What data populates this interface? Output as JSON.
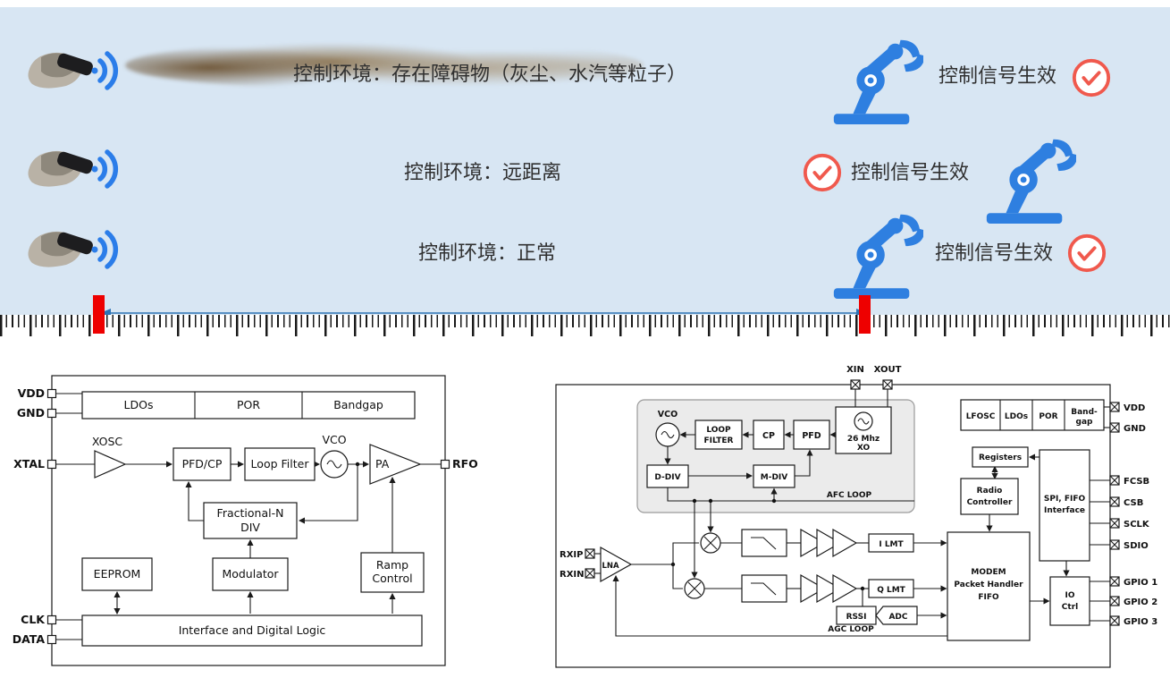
{
  "colors": {
    "banner_bg": "#d8e6f3",
    "robot_blue": "#2e7fe0",
    "signal_blue": "#2b7de9",
    "check_red": "#f0594d",
    "marker_red": "#ee0000"
  },
  "banner": {
    "rows": [
      {
        "env": "控制环境：存在障碍物（灰尘、水汽等粒子）",
        "result": "控制信号生效"
      },
      {
        "env": "控制环境：远距离",
        "result": "控制信号生效"
      },
      {
        "env": "控制环境：正常",
        "result": "控制信号生效"
      }
    ]
  },
  "tx": {
    "pins": {
      "vdd": "VDD",
      "gnd": "GND",
      "xtal": "XTAL",
      "clk": "CLK",
      "data": "DATA",
      "rfo": "RFO"
    },
    "blocks": {
      "ldos": "LDOs",
      "por": "POR",
      "bandgap": "Bandgap",
      "xosc": "XOSC",
      "pfdcp": "PFD/CP",
      "loop_filter": "Loop Filter",
      "vco": "VCO",
      "pa": "PA",
      "frac1": "Fractional-N",
      "frac2": "DIV",
      "eeprom": "EEPROM",
      "modulator": "Modulator",
      "ramp1": "Ramp",
      "ramp2": "Control",
      "interface": "Interface and Digital Logic"
    }
  },
  "rx": {
    "pins": {
      "xin": "XIN",
      "xout": "XOUT",
      "vdd": "VDD",
      "gnd": "GND",
      "fcsb": "FCSB",
      "csb": "CSB",
      "sclk": "SCLK",
      "sdio": "SDIO",
      "gpio1": "GPIO 1",
      "gpio2": "GPIO 2",
      "gpio3": "GPIO 3",
      "rxip": "RXIP",
      "rxin": "RXIN"
    },
    "blocks": {
      "vco": "VCO",
      "loop1": "LOOP",
      "loop2": "FILTER",
      "cp": "CP",
      "pfd": "PFD",
      "xo1": "26 Mhz",
      "xo2": "XO",
      "ddiv": "D-DIV",
      "mdiv": "M-DIV",
      "afc": "AFC LOOP",
      "lfosc": "LFOSC",
      "ldos": "LDOs",
      "por": "POR",
      "bg1": "Band-",
      "bg2": "gap",
      "registers": "Registers",
      "radio1": "Radio",
      "radio2": "Controller",
      "spi1": "SPI, FIFO",
      "spi2": "Interface",
      "lna": "LNA",
      "ilmt": "I LMT",
      "qlmt": "Q LMT",
      "rssi": "RSSI",
      "adc": "ADC",
      "agc": "AGC LOOP",
      "modem1": "MODEM",
      "modem2": "Packet Handler",
      "modem3": "FIFO",
      "io1": "IO",
      "io2": "Ctrl"
    }
  }
}
